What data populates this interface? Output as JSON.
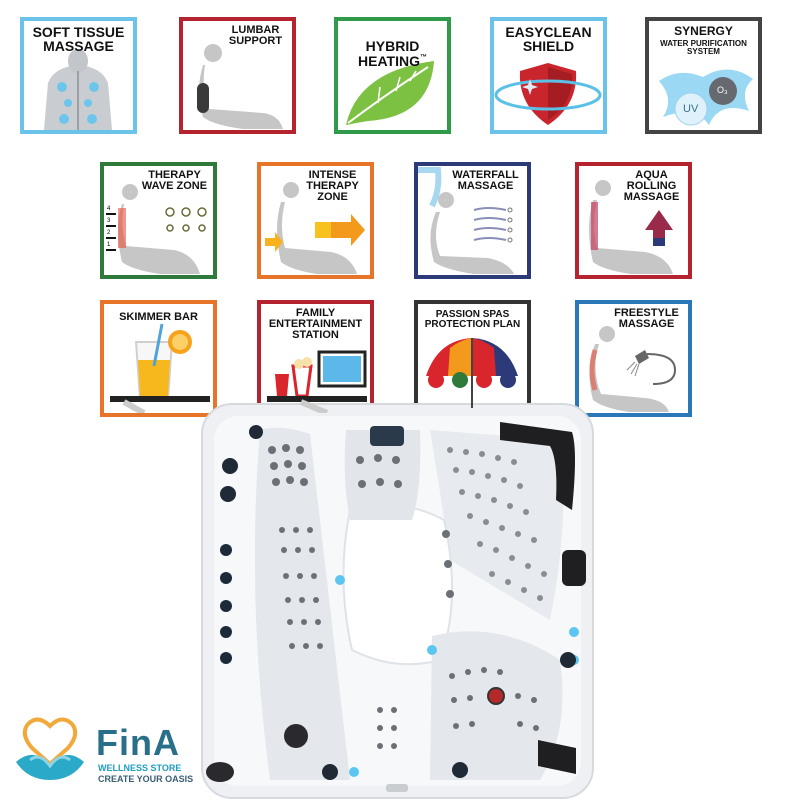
{
  "tiles": [
    {
      "id": "soft-tissue",
      "label": "SOFT TISSUE\nMASSAGE",
      "color": "#6ac4ea"
    },
    {
      "id": "lumbar",
      "label": "LUMBAR\nSUPPORT",
      "color": "#b5232e"
    },
    {
      "id": "hybrid",
      "label": "HYBRID\nHEATING",
      "tm": "™",
      "color": "#2f9a4a"
    },
    {
      "id": "easyclean",
      "label": "EASYCLEAN\nSHIELD",
      "color": "#6ac4ea"
    },
    {
      "id": "synergy",
      "label": "SYNERGY",
      "sub": "WATER PURIFICATION\nSYSTEM",
      "color": "#444444",
      "uv": "UV",
      "o3": "O₃"
    },
    {
      "id": "therapy-wave",
      "label": "THERAPY\nWAVE ZONE",
      "color": "#2f7a3a",
      "levels": [
        "4",
        "3",
        "2",
        "1"
      ]
    },
    {
      "id": "intense",
      "label": "INTENSE\nTHERAPY\nZONE",
      "color": "#e8742a"
    },
    {
      "id": "waterfall",
      "label": "WATERFALL\nMASSAGE",
      "color": "#2c3a7a"
    },
    {
      "id": "aqua-rolling",
      "label": "AQUA\nROLLING\nMASSAGE",
      "color": "#b5232e"
    },
    {
      "id": "skimmer",
      "label": "SKIMMER BAR",
      "color": "#e8742a"
    },
    {
      "id": "family",
      "label": "FAMILY\nENTERTAINMENT\nSTATION",
      "color": "#b5232e"
    },
    {
      "id": "passion",
      "label": "PASSION SPAS\nPROTECTION PLAN",
      "color": "#333333"
    },
    {
      "id": "freestyle",
      "label": "FREESTYLE\nMASSAGE",
      "color": "#2a78b8"
    }
  ],
  "logo": {
    "name": "FinA",
    "sub1": "WELLNESS STORE",
    "sub2": "CREATE YOUR OASIS",
    "color": "#2a6f8a",
    "accent": "#1f9ec0"
  }
}
